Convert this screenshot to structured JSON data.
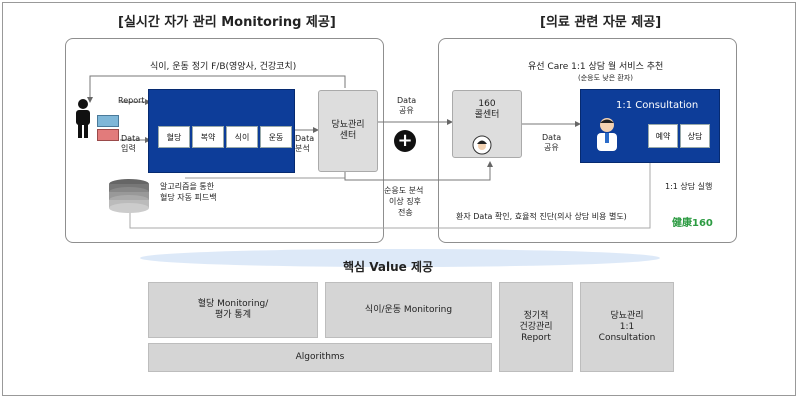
{
  "left_panel": {
    "title": "[실시간 자가 관리 Monitoring 제공]",
    "feedback_text": "식이, 운동 정기 F/B(영양사, 건강코치)",
    "report_label": "Report",
    "data_input_label_1": "Data",
    "data_input_label_2": "입력",
    "pills": [
      "혈당",
      "복약",
      "식이",
      "운동"
    ],
    "algorithm_text_1": "알고리즘을 통한",
    "algorithm_text_2": "혈당 자동 피드백",
    "data_analysis_1": "Data",
    "data_analysis_2": "분석",
    "center_box_1": "당뇨관리",
    "center_box_2": "센터"
  },
  "middle": {
    "data_share_1": "Data",
    "data_share_2": "공유",
    "plus_symbol": "+",
    "compliance_1": "순응도 분석",
    "compliance_2": "이상 징후",
    "compliance_3": "전송"
  },
  "right_panel": {
    "title": "[의료 관련 자문 제공]",
    "service_text": "유선 Care 1:1 상담 월 서비스 추천",
    "service_sub": "(순응도 낮은 환자)",
    "callcenter_1": "160",
    "callcenter_2": "콜센터",
    "data_share_1": "Data",
    "data_share_2": "공유",
    "consult_title": "1:1 Consultation",
    "consult_buttons": [
      "예약",
      "상담"
    ],
    "consult_exec": "1:1 상담 실행",
    "patient_data": "환자 Data 확인, 효율적 진단(의사 상담 비용 별도)",
    "brand": "健康160"
  },
  "value": {
    "title": "핵심 Value 제공",
    "box1_line1": "혈당 Monitoring/",
    "box1_line2": "평가 통계",
    "box2": "식이/운동 Monitoring",
    "box3": "Algorithms",
    "box4_line1": "정기적",
    "box4_line2": "건강관리",
    "box4_line3": "Report",
    "box5_line1": "당뇨관리",
    "box5_line2": "1:1",
    "box5_line3": "Consultation"
  },
  "colors": {
    "dark_blue": "#0d3d99",
    "panel_border": "#8f8f8f",
    "gray_box": "#d5d5d5"
  }
}
